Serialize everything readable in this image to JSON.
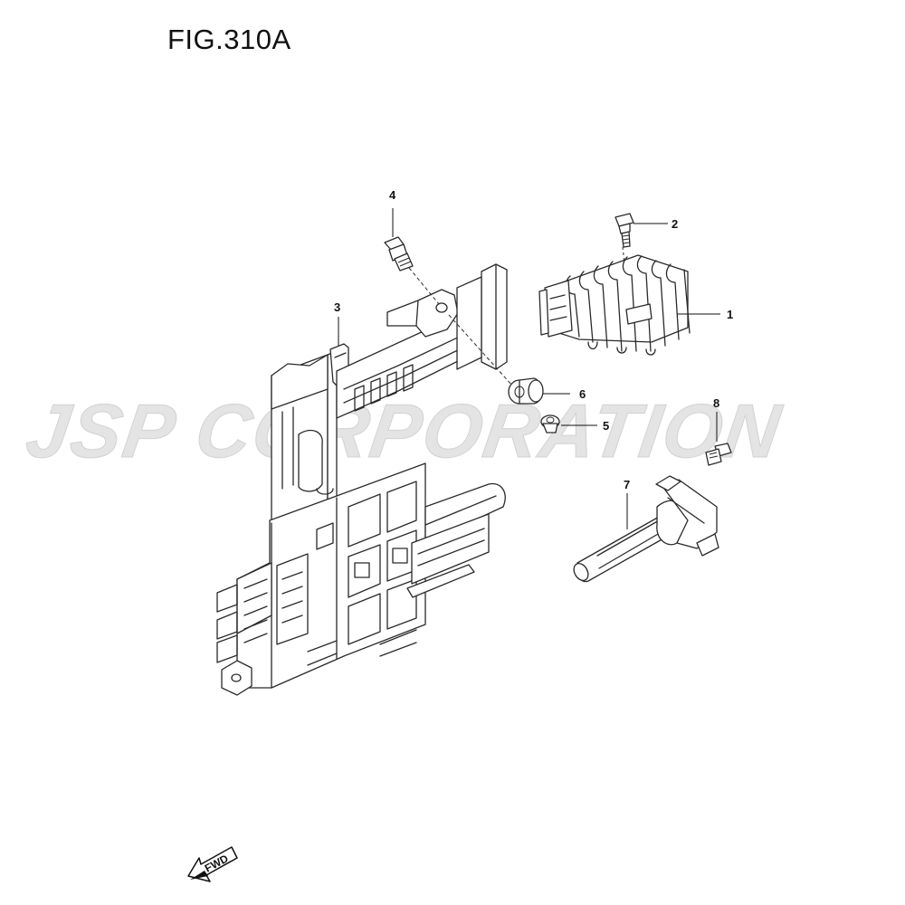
{
  "figure": {
    "title": "FIG.310A"
  },
  "watermark": {
    "text": "JSP CORPORATION"
  },
  "callouts": [
    "1",
    "2",
    "3",
    "4",
    "5",
    "6",
    "7",
    "8"
  ],
  "fwd_label": "FWD"
}
